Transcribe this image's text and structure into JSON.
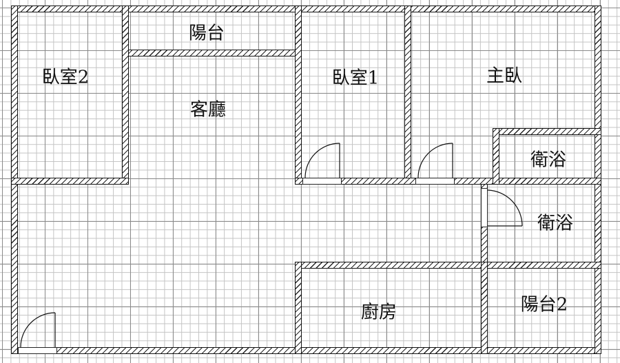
{
  "floorplan": {
    "rooms": [
      {
        "id": "bedroom2",
        "label": "臥室2"
      },
      {
        "id": "balcony",
        "label": "陽台"
      },
      {
        "id": "living",
        "label": "客廳"
      },
      {
        "id": "bedroom1",
        "label": "臥室1"
      },
      {
        "id": "master",
        "label": "主臥"
      },
      {
        "id": "bath1",
        "label": "衛浴"
      },
      {
        "id": "bath2",
        "label": "衛浴"
      },
      {
        "id": "kitchen",
        "label": "廚房"
      },
      {
        "id": "balcony2",
        "label": "陽台2"
      }
    ],
    "colors": {
      "wall": "#111111",
      "grid_major": "#8a8a8a",
      "grid_minor": "#c4c4c4",
      "background": "#ffffff"
    }
  }
}
